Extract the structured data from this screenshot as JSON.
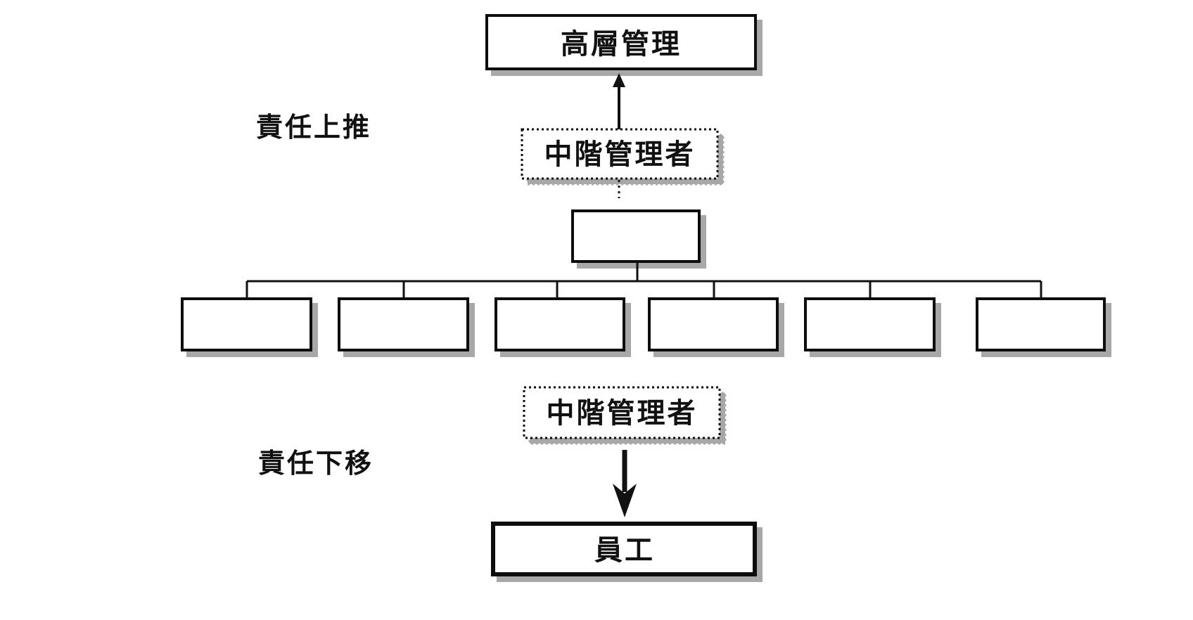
{
  "diagram": {
    "top_box": "高層管理",
    "upward_label": "責任上推",
    "middle_box_upper": "中階管理者",
    "middle_box_lower": "中階管理者",
    "downward_label": "責任下移",
    "bottom_box": "員工",
    "org_chart": {
      "root_label": "",
      "child_labels": [
        "",
        "",
        "",
        "",
        "",
        ""
      ]
    }
  }
}
